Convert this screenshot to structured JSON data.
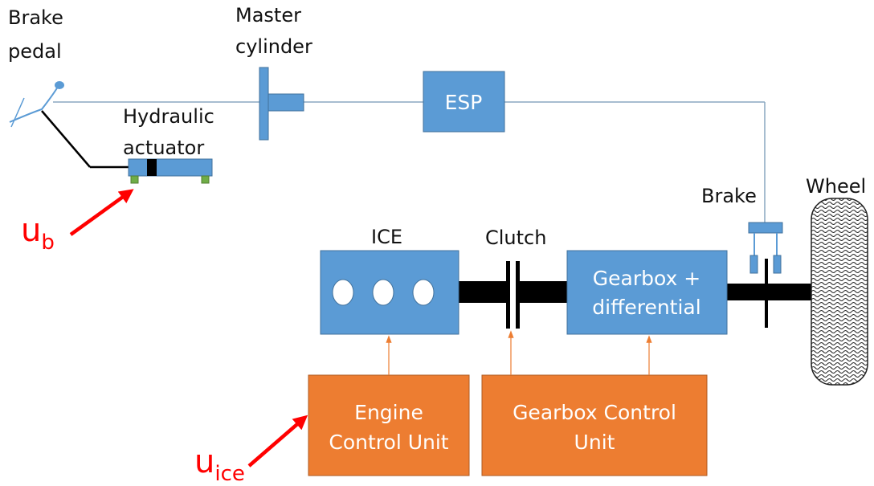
{
  "labels": {
    "brake_pedal_1": "Brake",
    "brake_pedal_2": "pedal",
    "master_cyl_1": "Master",
    "master_cyl_2": "cylinder",
    "hyd_act_1": "Hydraulic",
    "hyd_act_2": "actuator",
    "brake": "Brake",
    "wheel": "Wheel",
    "ice": "ICE",
    "clutch": "Clutch"
  },
  "boxes": {
    "esp": "ESP",
    "gearbox_1": "Gearbox +",
    "gearbox_2": "differential",
    "ecu_1": "Engine",
    "ecu_2": "Control Unit",
    "gcu_1": "Gearbox Control",
    "gcu_2": "Unit"
  },
  "inputs": {
    "ub_main": "u",
    "ub_sub": "b",
    "uice_main": "u",
    "uice_sub": "ice"
  },
  "colors": {
    "blue_box": "#5b9bd5",
    "orange_box": "#ed7d31",
    "input_arrow": "#ff0000",
    "shaft": "#000000"
  }
}
